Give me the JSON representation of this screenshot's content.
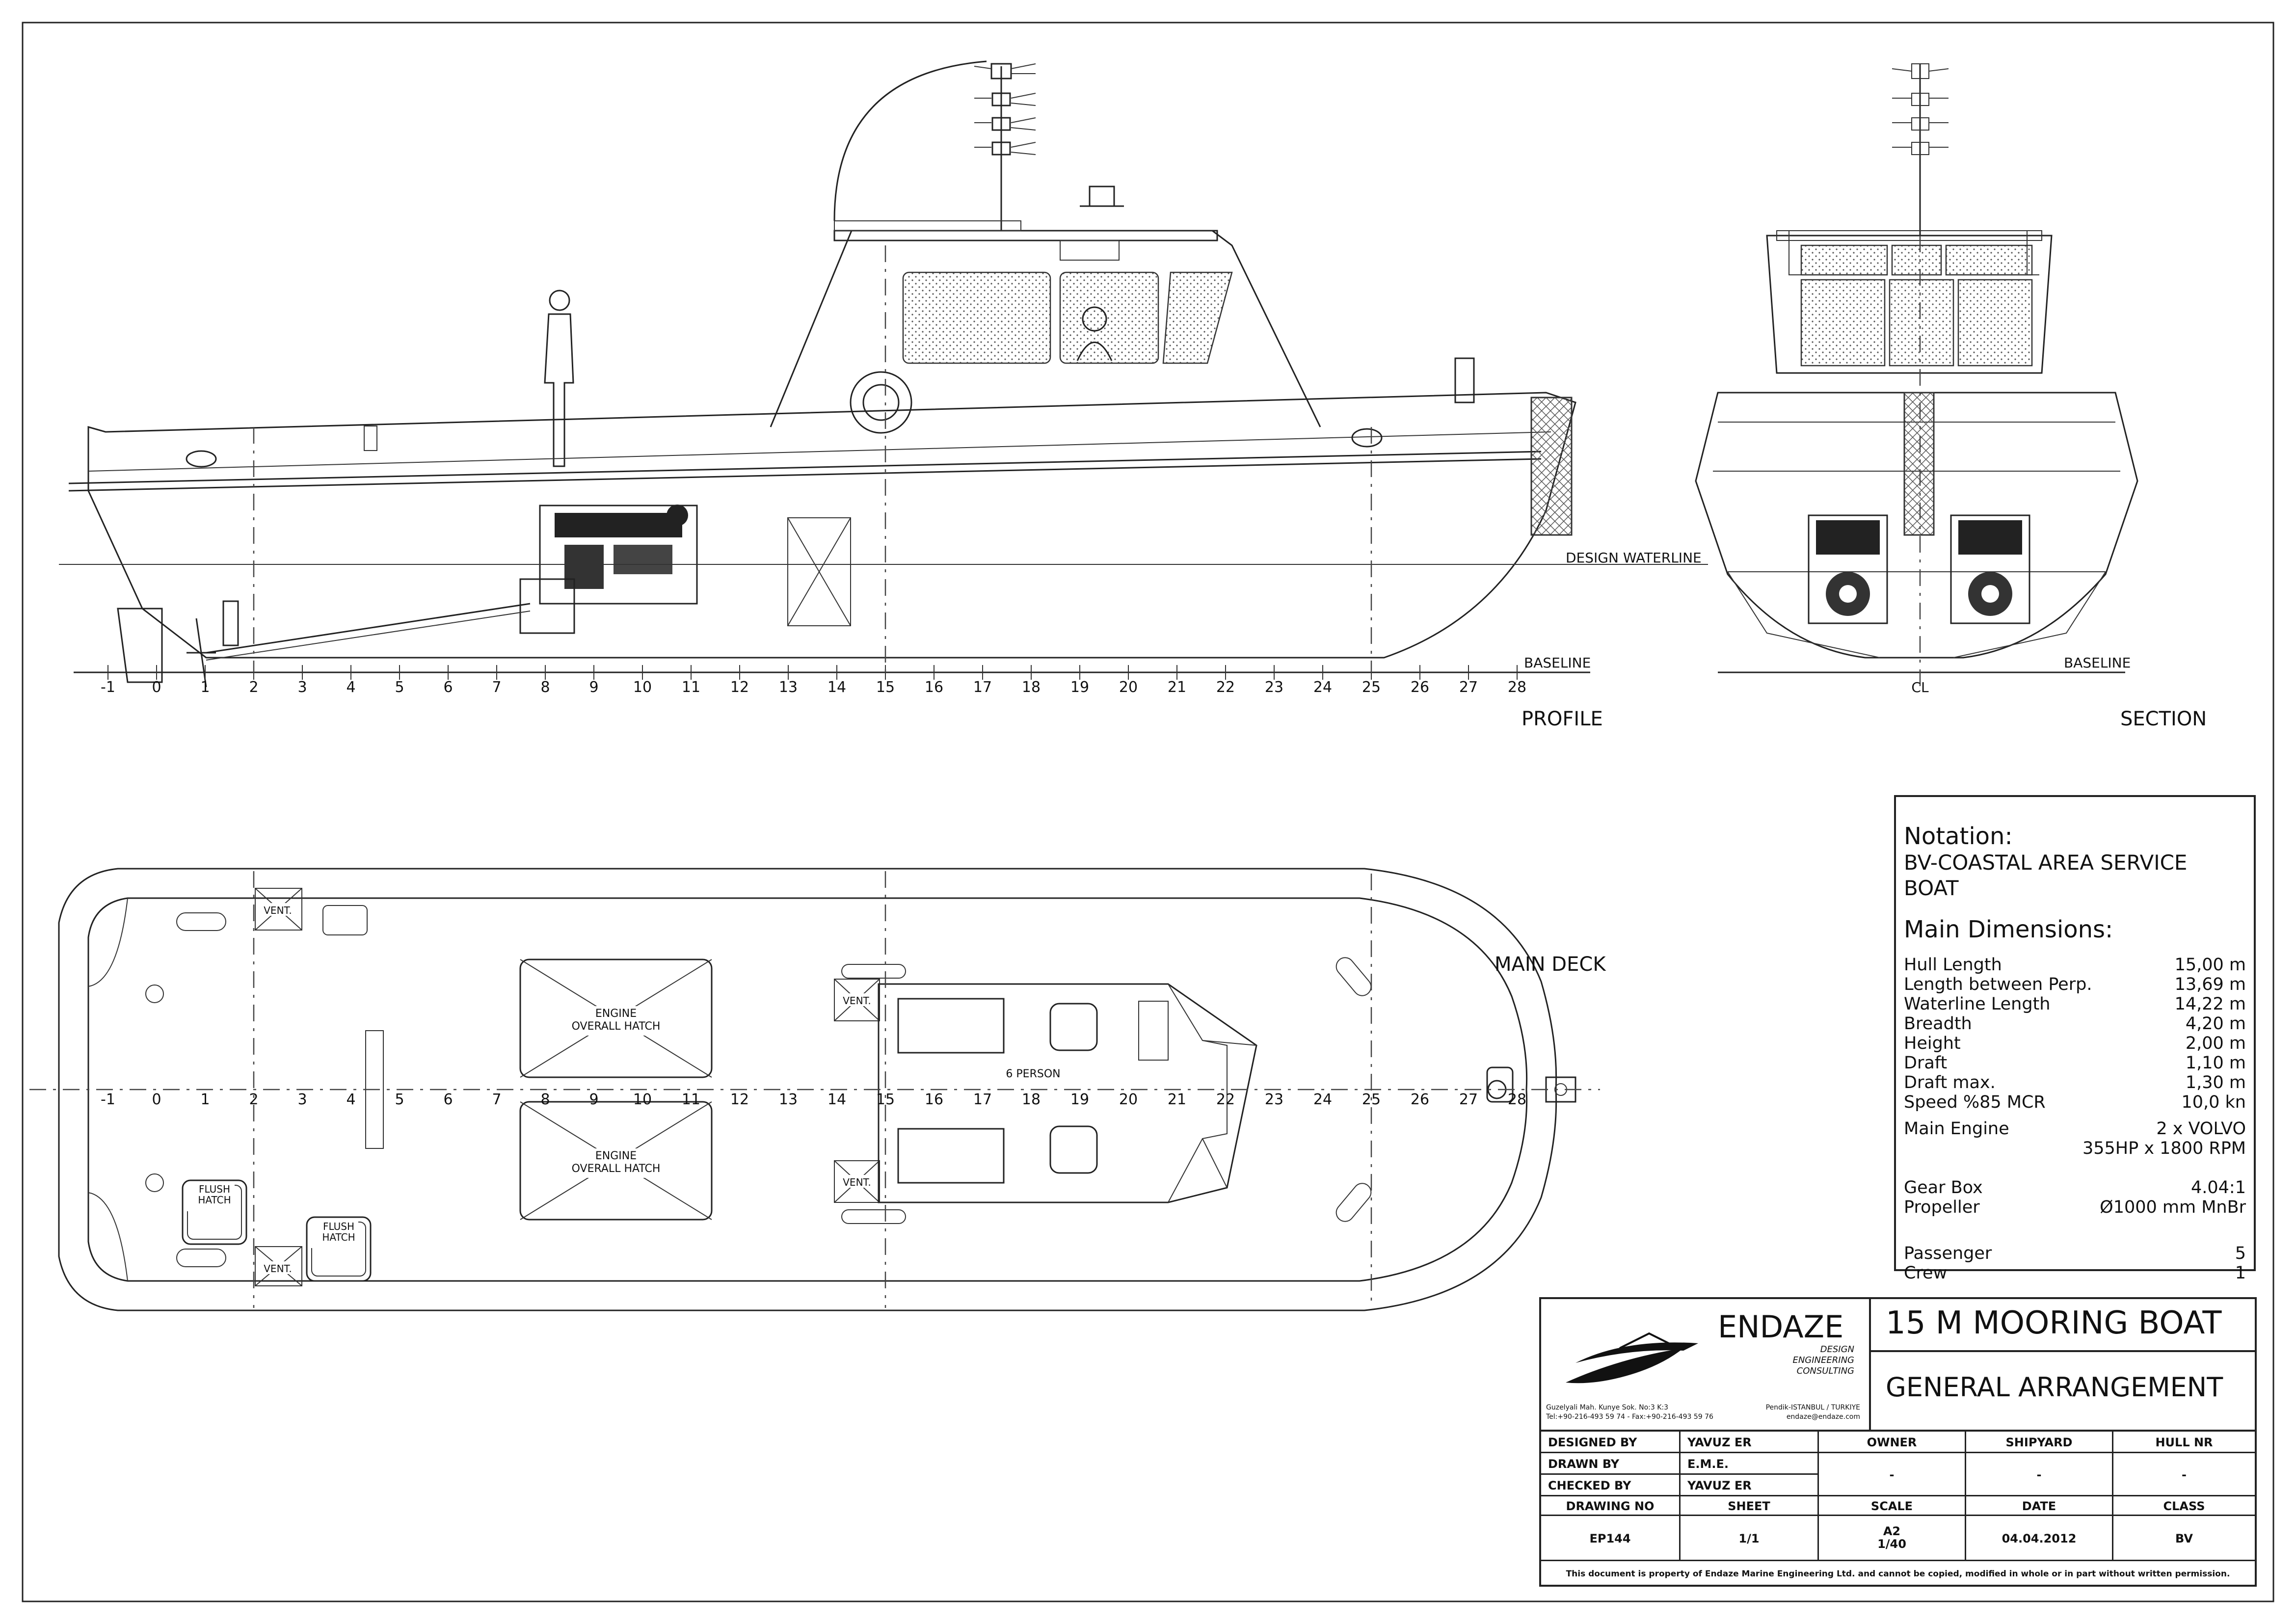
{
  "views": {
    "profile": "PROFILE",
    "section": "SECTION",
    "main_deck": "MAIN DECK"
  },
  "labels": {
    "design_waterline": "DESIGN WATERLINE",
    "baseline": "BASELINE",
    "centerline": "CL",
    "engine_hatch_line1": "ENGINE",
    "engine_hatch_line2": "OVERALL HATCH",
    "vent": "VENT.",
    "flush_hatch_line1": "FLUSH",
    "flush_hatch_line2": "HATCH",
    "six_person": "6 PERSON"
  },
  "frames": [
    "-1",
    "0",
    "1",
    "2",
    "3",
    "4",
    "5",
    "6",
    "7",
    "8",
    "9",
    "10",
    "11",
    "12",
    "13",
    "14",
    "15",
    "16",
    "17",
    "18",
    "19",
    "20",
    "21",
    "22",
    "23",
    "24",
    "25",
    "26",
    "27",
    "28"
  ],
  "notation": {
    "heading": "Notation:",
    "class_notation": "BV-COASTAL AREA SERVICE BOAT",
    "dimensions_heading": "Main Dimensions:",
    "rows": [
      {
        "label": "Hull Length",
        "value": "15,00 m"
      },
      {
        "label": "Length between Perp.",
        "value": "13,69 m"
      },
      {
        "label": "Waterline Length",
        "value": "14,22 m"
      },
      {
        "label": "Breadth",
        "value": "4,20 m"
      },
      {
        "label": "Height",
        "value": "2,00 m"
      },
      {
        "label": "Draft",
        "value": "1,10 m"
      },
      {
        "label": "Draft max.",
        "value": "1,30 m"
      },
      {
        "label": "Speed %85 MCR",
        "value": "10,0 kn"
      }
    ],
    "main_engine_label": "Main Engine",
    "main_engine_value1": "2 x VOLVO",
    "main_engine_value2": "355HP x 1800 RPM",
    "gear_box_label": "Gear Box",
    "gear_box_value": "4.04:1",
    "propeller_label": "Propeller",
    "propeller_value": "Ø1000 mm MnBr",
    "passenger_label": "Passenger",
    "passenger_value": "5",
    "crew_label": "Crew",
    "crew_value": "1"
  },
  "titleblock": {
    "company": "ENDAZE",
    "tagline1": "DESIGN",
    "tagline2": "ENGINEERING",
    "tagline3": "CONSULTING",
    "address_left1": "Guzelyali Mah. Kunye Sok. No:3 K:3",
    "address_left2": "Tel:+90-216-493 59 74 - Fax:+90-216-493 59 76",
    "address_right1": "Pendik-ISTANBUL / TURKIYE",
    "address_right2": "endaze@endaze.com",
    "project": "15 M MOORING BOAT",
    "drawing_title": "GENERAL ARRANGEMENT",
    "designed_by_label": "DESIGNED BY",
    "designed_by": "YAVUZ ER",
    "drawn_by_label": "DRAWN BY",
    "drawn_by": "E.M.E.",
    "checked_by_label": "CHECKED BY",
    "checked_by": "YAVUZ ER",
    "owner_label": "OWNER",
    "owner": "-",
    "shipyard_label": "SHIPYARD",
    "shipyard": "-",
    "hull_nr_label": "HULL NR",
    "hull_nr": "-",
    "drawing_no_label": "DRAWING NO",
    "drawing_no": "EP144",
    "sheet_label": "SHEET",
    "sheet": "1/1",
    "scale_label": "SCALE",
    "scale_size": "A2",
    "scale": "1/40",
    "date_label": "DATE",
    "date": "04.04.2012",
    "class_label": "CLASS",
    "class": "BV",
    "disclaimer": "This document is property of  Endaze Marine Engineering Ltd. and cannot be copied, modified in whole or in part without written permission."
  }
}
